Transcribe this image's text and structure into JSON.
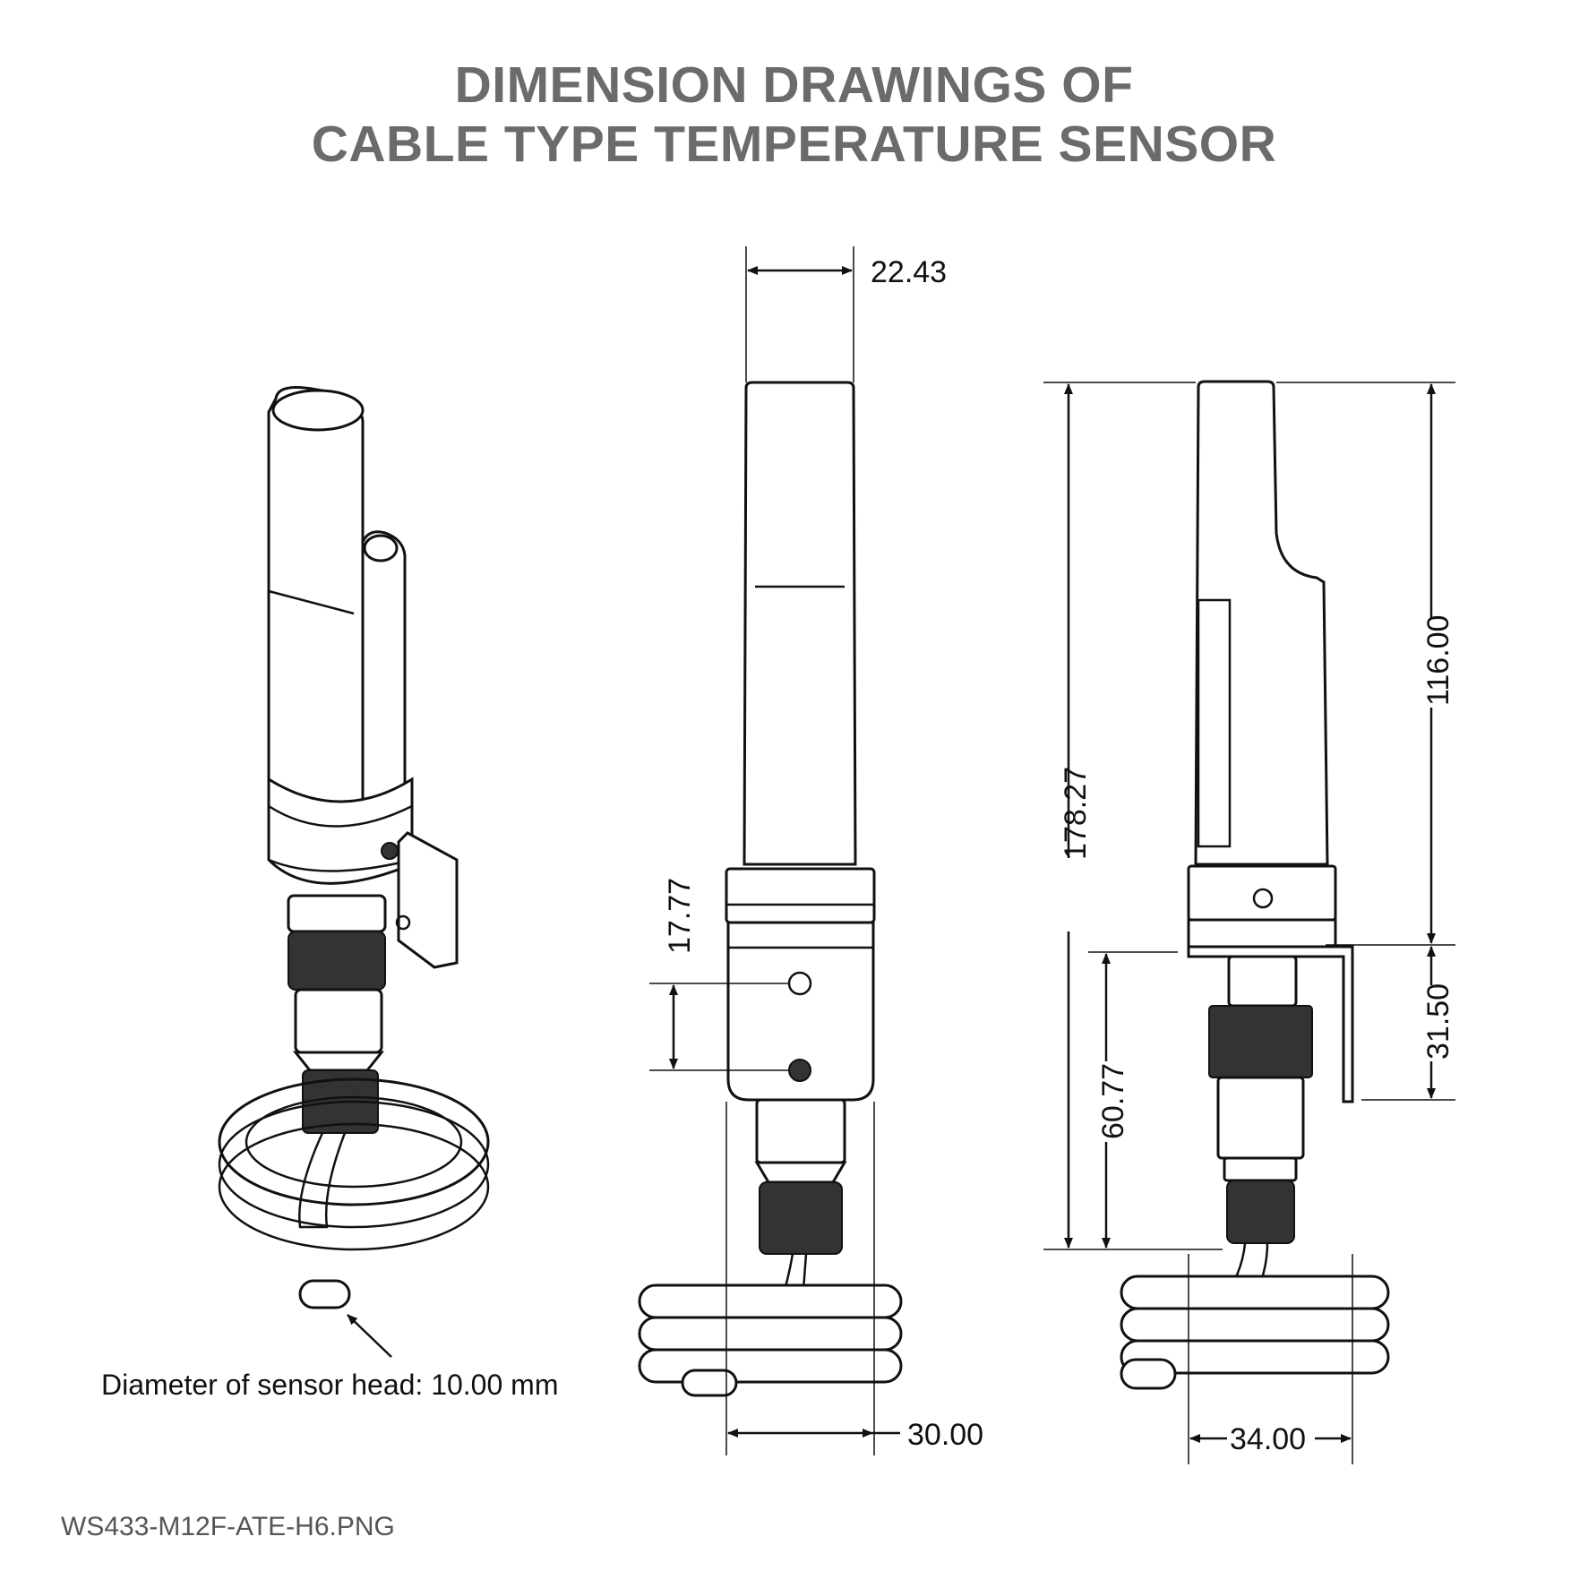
{
  "title": {
    "line1": "DIMENSION DRAWINGS OF",
    "line2": "CABLE TYPE TEMPERATURE SENSOR"
  },
  "dimensions": {
    "front_width_top": "22.43",
    "hole_spacing": "17.77",
    "front_width_bottom": "30.00",
    "overall_height": "178.27",
    "upper_height": "116.00",
    "bracket_height": "31.50",
    "lower_height": "60.77",
    "side_width_bottom": "34.00"
  },
  "note": {
    "sensor_head": "Diameter of sensor head: 10.00 mm"
  },
  "filename": "WS433-M12F-ATE-H6.PNG"
}
